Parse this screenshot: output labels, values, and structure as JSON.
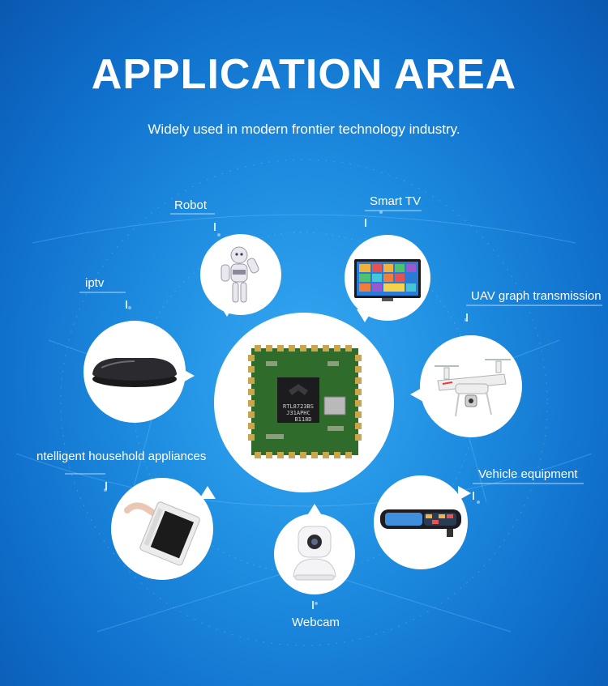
{
  "header": {
    "title": "APPLICATION AREA",
    "subtitle": "Widely used in modern frontier technology industry."
  },
  "center": {
    "icon": "wifi-module-chip-icon",
    "chip_text_line1": "RTL8723BS",
    "chip_text_line2": "J31APHC",
    "chip_text_line3": "B118D"
  },
  "applications": [
    {
      "label": "Robot",
      "icon": "robot-icon"
    },
    {
      "label": "Smart TV",
      "icon": "smart-tv-icon"
    },
    {
      "label": "iptv",
      "icon": "tv-box-icon"
    },
    {
      "label": "UAV graph transmission",
      "icon": "drone-icon"
    },
    {
      "label": "ntelligent household appliances",
      "icon": "smart-panel-icon"
    },
    {
      "label": "Vehicle equipment",
      "icon": "car-mirror-icon"
    },
    {
      "label": "Webcam",
      "icon": "webcam-icon"
    }
  ],
  "colors": {
    "background_center": "#37a9f3",
    "background_edge": "#0a58b0",
    "bubble": "#ffffff",
    "pcb_green": "#2f6b2a",
    "gold_pad": "#c9a54b"
  }
}
